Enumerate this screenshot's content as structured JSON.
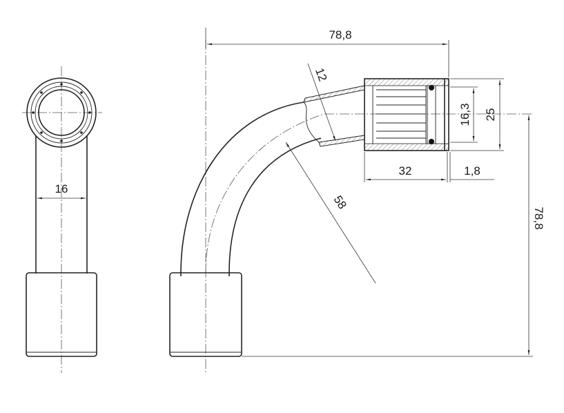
{
  "dimensions": {
    "width_end_view": "16",
    "overall_width": "78,8",
    "wall_thickness": "12",
    "bend_radius": "58",
    "socket_length": "32",
    "seal_offset": "1,8",
    "inner_diameter": "16,3",
    "outer_diameter": "25",
    "overall_height": "78,8"
  }
}
